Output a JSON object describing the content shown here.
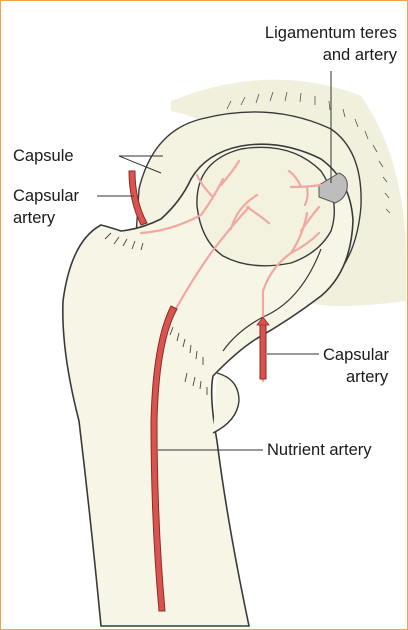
{
  "labels": {
    "ligamentum_teres_line1": "Ligamentum teres",
    "ligamentum_teres_line2": "and artery",
    "capsule": "Capsule",
    "capsular_artery_left_line1": "Capsular",
    "capsular_artery_left_line2": "artery",
    "capsular_artery_right_line1": "Capsular",
    "capsular_artery_right_line2": "artery",
    "nutrient_artery": "Nutrient artery"
  },
  "colors": {
    "frame_border": "#f2a24a",
    "bone_fill": "#f7f6e6",
    "socket_fill": "#f1f0dc",
    "outline": "#3a3a3a",
    "artery_fill": "#d9534f",
    "artery_stroke": "#8e2a25",
    "vessel_branches": "#f0a8a0",
    "ligament": "#bdbdbd",
    "leader_line": "#333333"
  }
}
